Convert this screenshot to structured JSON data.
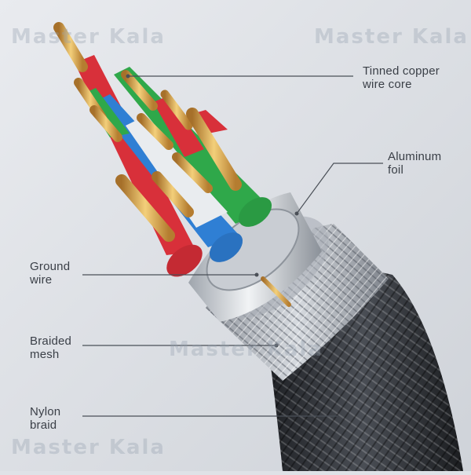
{
  "annotations": [
    {
      "id": "tinned-copper",
      "text": "Tinned copper\nwire core"
    },
    {
      "id": "aluminum-foil",
      "text": "Aluminum\nfoil"
    },
    {
      "id": "ground-wire",
      "text": "Ground\nwire"
    },
    {
      "id": "braided-mesh",
      "text": "Braided\nmesh"
    },
    {
      "id": "nylon-braid",
      "text": "Nylon\nbraid"
    }
  ],
  "watermark": "Master Kala",
  "colors": {
    "background": "#dfe2e7",
    "label_text": "#3a3f47",
    "leader_line": "#4a4f57",
    "copper": "#d9a441",
    "red": "#d8303a",
    "green": "#2fa84a",
    "blue": "#2f7fd4",
    "white": "#e9ecef",
    "foil": "#b9bec6",
    "braid": "#2b2e33"
  }
}
